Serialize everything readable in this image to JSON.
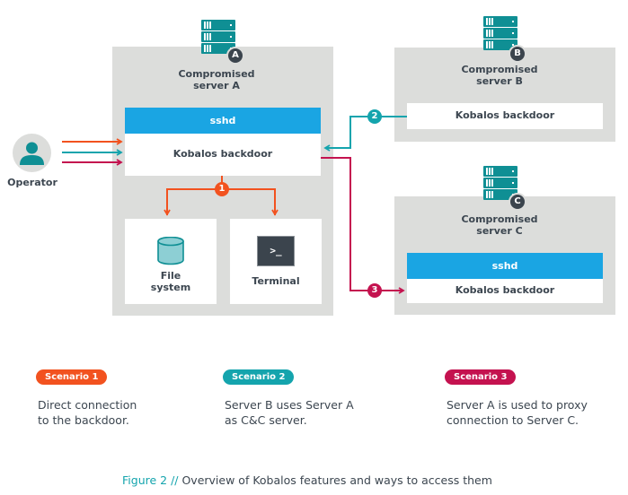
{
  "colors": {
    "scenario1": "#f2521f",
    "scenario2": "#14a4ad",
    "scenario3": "#c4124f",
    "panel": "#dcdddb",
    "sshd": "#1aa5e3",
    "server_icon": "#0f8f94",
    "caption_accent": "#14a4ad"
  },
  "operator": {
    "label": "Operator",
    "icon": "user-icon"
  },
  "server_a": {
    "badge": "A",
    "title_line1": "Compromised",
    "title_line2": "server A",
    "sshd": "sshd",
    "backdoor": "Kobalos backdoor",
    "file_system_line1": "File",
    "file_system_line2": "system",
    "terminal": "Terminal",
    "terminal_prompt": ">_"
  },
  "server_b": {
    "badge": "B",
    "title_line1": "Compromised",
    "title_line2": "server B",
    "backdoor": "Kobalos backdoor"
  },
  "server_c": {
    "badge": "C",
    "title_line1": "Compromised",
    "title_line2": "server C",
    "sshd": "sshd",
    "backdoor": "Kobalos backdoor"
  },
  "markers": {
    "one": "1",
    "two": "2",
    "three": "3"
  },
  "scenarios": [
    {
      "label": "Scenario 1",
      "line1": "Direct connection",
      "line2": "to the backdoor."
    },
    {
      "label": "Scenario 2",
      "line1": "Server B uses Server A",
      "line2": "as C&C server."
    },
    {
      "label": "Scenario 3",
      "line1": "Server A is used to proxy",
      "line2": "connection to Server C."
    }
  ],
  "caption": {
    "figure": "Figure 2 //",
    "text": " Overview of Kobalos features and ways to access them"
  }
}
